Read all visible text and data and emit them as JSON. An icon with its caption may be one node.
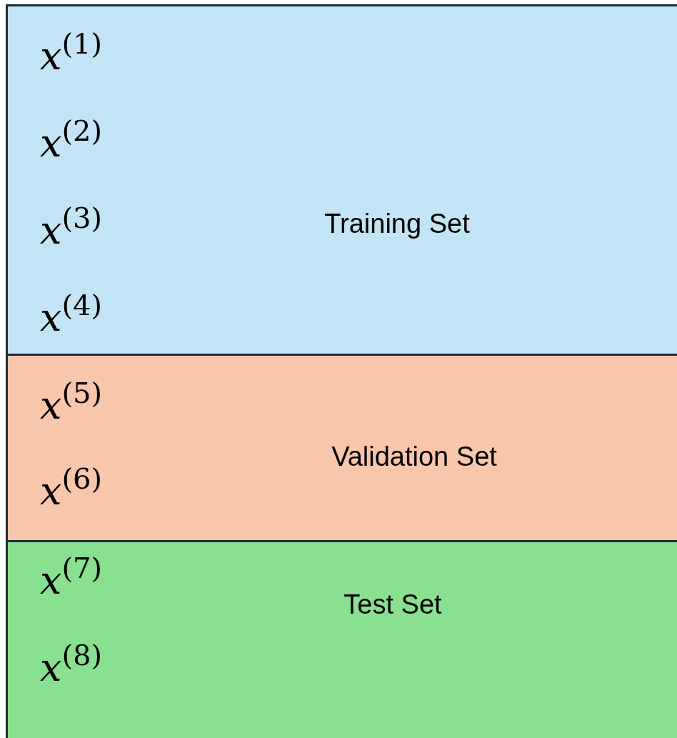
{
  "diagram": {
    "nodes": [
      {
        "text": [
          "*x*$^{(1)}$",
          "*x*$^{(2)}$",
          "*x*$^{(3)}$",
          "*x*$^{(4)}$",
          "Training Set"
        ]
      },
      {
        "text": [
          "*x*$^{(5)}$",
          "*x*$^{(6)}$",
          "Validation Set"
        ]
      },
      {
        "text": [
          "*x*$^{(7)}$",
          "*x*$^{(8)}$",
          "Test Set"
        ]
      }
    ],
    "edges": []
  }
}
